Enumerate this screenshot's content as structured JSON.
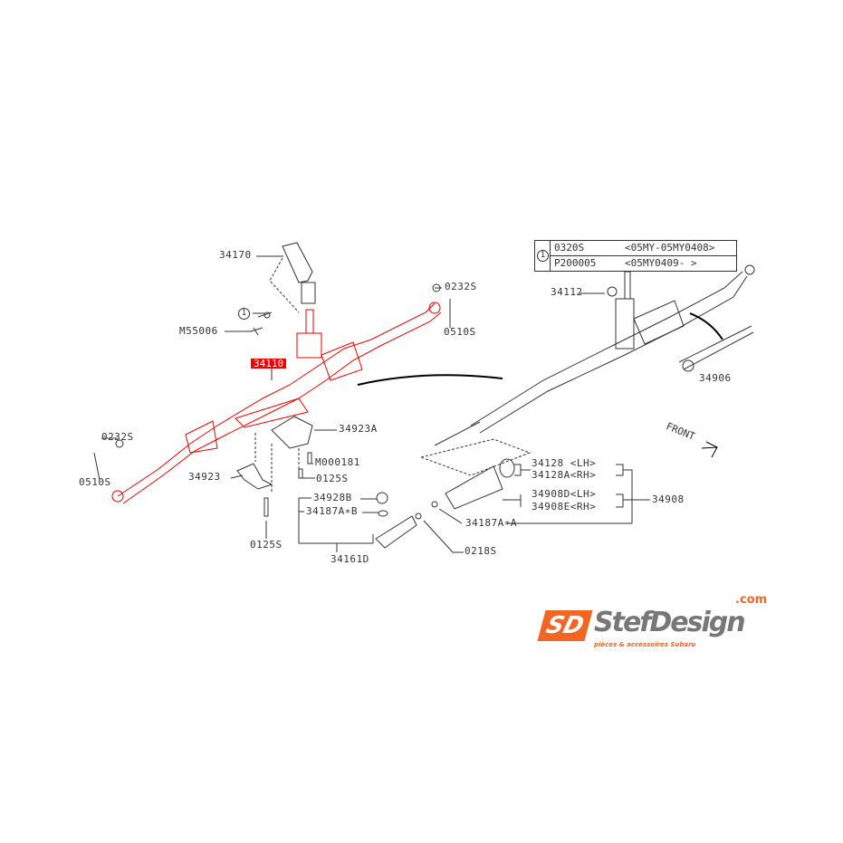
{
  "highlight_color": "#e00000",
  "brand_color": "#f26522",
  "labels": {
    "p34170": "34170",
    "circle1": "1",
    "m55006": "M55006",
    "p0232s_r": "0232S",
    "p0510s_r": "0510S",
    "p34110": "34110",
    "p34923a": "34923A",
    "m000181": "M000181",
    "p0125s_a": "0125S",
    "p0232s_l": "0232S",
    "p0510s_l": "0510S",
    "p34923": "34923",
    "p0125s_b": "0125S",
    "p34928b": "34928B",
    "p34187ab": "34187A∗B",
    "p34161d": "34161D",
    "p0218s": "0218S",
    "p34187aa": "34187A∗A",
    "p34128": "34128 <LH>",
    "p34128a": "34128A<RH>",
    "p34908d": "34908D<LH>",
    "p34908e": "34908E<RH>",
    "p34908": "34908",
    "p34112": "34112",
    "p34906": "34906",
    "front": "FRONT"
  },
  "table": {
    "marker": "1",
    "rows": [
      {
        "part": "0320S",
        "range": "<05MY-05MY0408>"
      },
      {
        "part": "P200005",
        "range": "<05MY0409-     >"
      }
    ]
  },
  "logo": {
    "mark": "SD",
    "name": "StefDesign",
    "suffix": ".com",
    "tagline": "pièces & accessoires Subaru"
  }
}
